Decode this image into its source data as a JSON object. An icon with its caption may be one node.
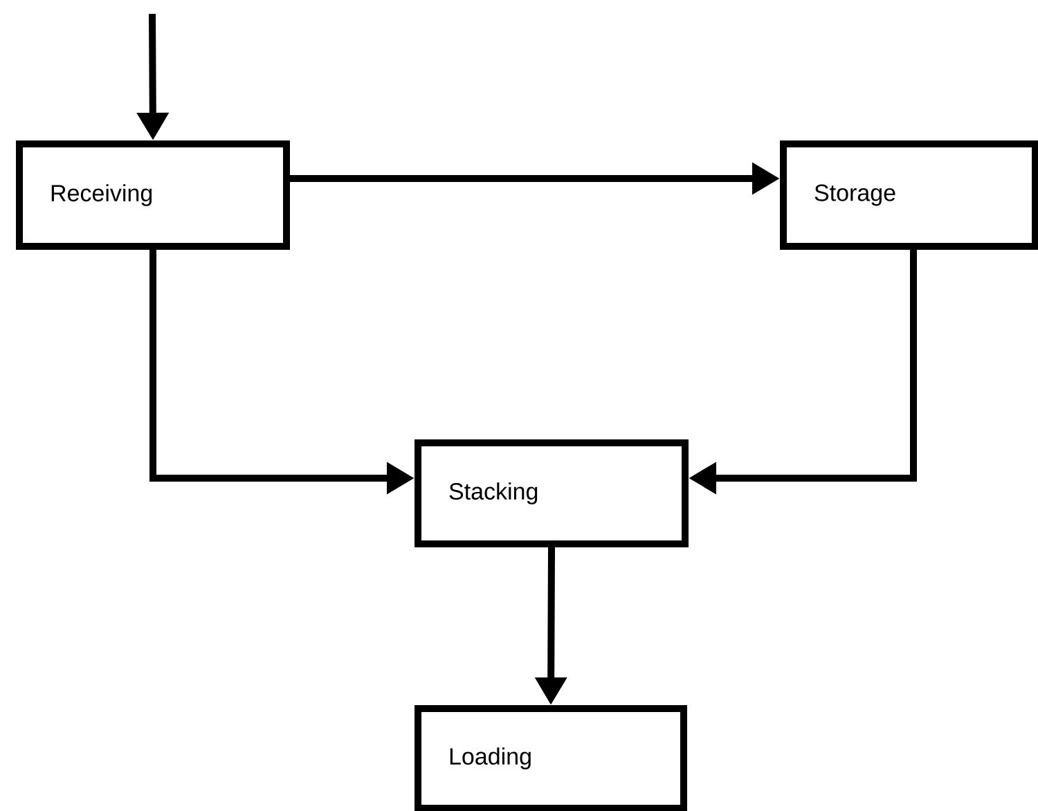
{
  "diagram": {
    "nodes": [
      {
        "text": [
          "Receiving"
        ]
      },
      {
        "text": [
          "Storage"
        ]
      },
      {
        "text": [
          "Stacking"
        ]
      },
      {
        "text": [
          "Loading"
        ]
      }
    ],
    "edges": [
      {
        "from": null,
        "to": 0,
        "arrow": "to"
      },
      {
        "from": 0,
        "to": 1,
        "arrow": "to"
      },
      {
        "from": 0,
        "to": 2,
        "arrow": "to"
      },
      {
        "from": 1,
        "to": 2,
        "arrow": "to"
      },
      {
        "from": 2,
        "to": 3,
        "arrow": "to"
      }
    ]
  }
}
